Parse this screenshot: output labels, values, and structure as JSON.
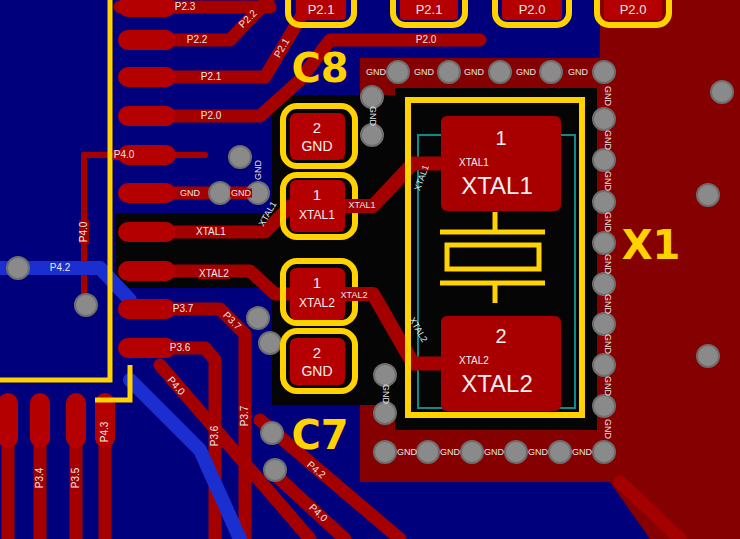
{
  "diagram": {
    "nodes": [
      {
        "text": [
          "C8"
        ]
      },
      {
        "text": [
          "2",
          "GND"
        ],
        "in": 0
      },
      {
        "text": [
          "1",
          "XTAL1"
        ],
        "in": 0
      },
      {
        "text": [
          "X1"
        ]
      },
      {
        "text": [
          "1",
          "XTAL1",
          "XTAL1"
        ],
        "in": 3
      },
      {
        "text": [
          "2",
          "XTAL2",
          "XTAL2"
        ],
        "in": 3
      },
      {
        "text": [
          "C7"
        ]
      },
      {
        "text": [
          "1",
          "XTAL2"
        ],
        "in": 6
      },
      {
        "text": [
          "2",
          "GND"
        ],
        "in": 6
      }
    ],
    "edges": [
      {
        "from": 2,
        "to": 4,
        "arrow": "none"
      },
      {
        "from": 7,
        "to": 5,
        "arrow": "none"
      }
    ],
    "labels": [
      "P2.3",
      "P2.2",
      "P2.1",
      "P2.0",
      "P4.0",
      "GND",
      "GND",
      "XTAL1",
      "XTAL2",
      "P3.7",
      "P3.6",
      "P2.2",
      "P2.1",
      "P2.0",
      "P4.0",
      "P4.2",
      "P3.7",
      "P4.0",
      "P4.3",
      "P3.4",
      "P3.5",
      "P3.6",
      "P3.7",
      "P4.2",
      "P4.0",
      "XTAL1",
      "XTAL1",
      "XTAL2",
      "XTAL2",
      "XTAL1",
      "P2.1",
      "P2.1",
      "P2.0",
      "P2.0",
      "GND",
      "GND",
      "GND",
      "GND",
      "GND",
      "GND",
      "GND",
      "GND",
      "GND",
      "GND",
      "GND",
      "GND",
      "GND",
      "GND",
      "GND",
      "GND",
      "GND",
      "GND",
      "GND",
      "GND",
      "GND",
      "GND"
    ]
  }
}
